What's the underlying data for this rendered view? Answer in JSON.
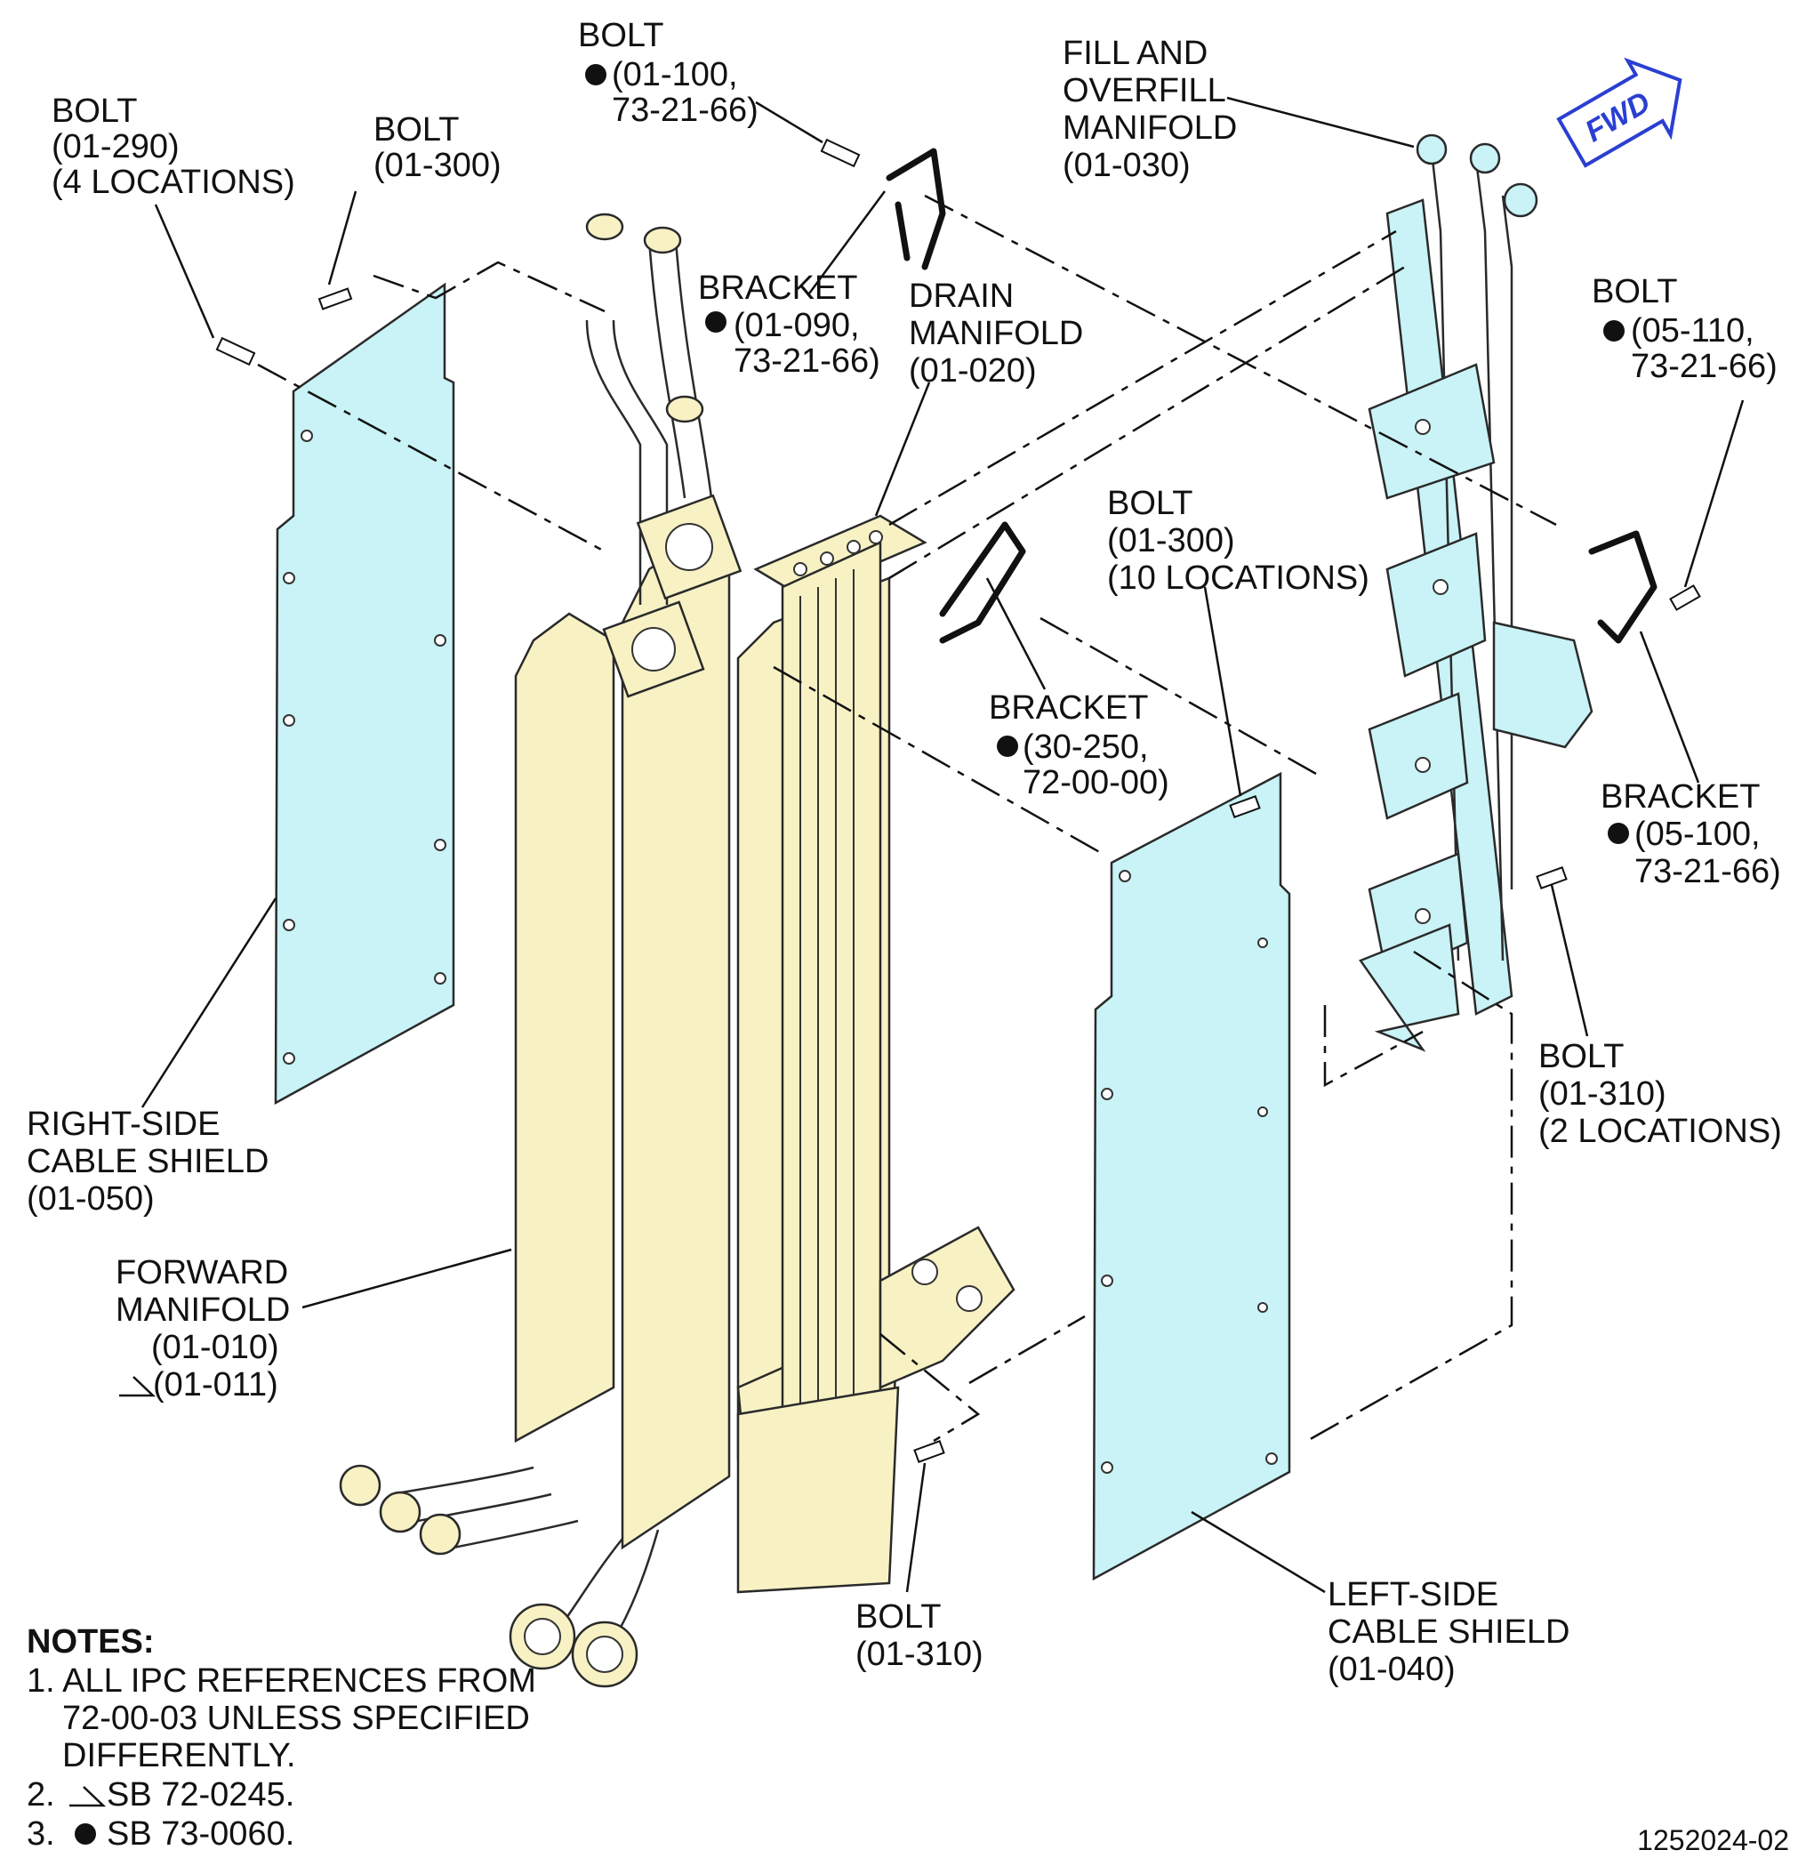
{
  "callouts": {
    "bolt_01_290": [
      "BOLT",
      "(01-290)",
      "(4 LOCATIONS)"
    ],
    "bolt_01_300_top": [
      "BOLT",
      "(01-300)"
    ],
    "bolt_01_100": [
      "BOLT",
      "(01-100,",
      "73-21-66)"
    ],
    "fill_overfill_manifold": [
      "FILL AND",
      "OVERFILL",
      "MANIFOLD",
      "(01-030)"
    ],
    "bracket_01_090": [
      "BRACKET",
      "(01-090,",
      "73-21-66)"
    ],
    "drain_manifold": [
      "DRAIN",
      "MANIFOLD",
      "(01-020)"
    ],
    "bolt_05_110": [
      "BOLT",
      "(05-110,",
      "73-21-66)"
    ],
    "bolt_01_300_10": [
      "BOLT",
      "(01-300)",
      "(10 LOCATIONS)"
    ],
    "bracket_30_250": [
      "BRACKET",
      "(30-250,",
      "72-00-00)"
    ],
    "bracket_05_100": [
      "BRACKET",
      "(05-100,",
      "73-21-66)"
    ],
    "right_side_cable_shield": [
      "RIGHT-SIDE",
      "CABLE SHIELD",
      "(01-050)"
    ],
    "bolt_01_310_2": [
      "BOLT",
      "(01-310)",
      "(2 LOCATIONS)"
    ],
    "forward_manifold": [
      "FORWARD",
      "MANIFOLD",
      "(01-010)",
      "(01-011)"
    ],
    "bolt_01_310_bottom": [
      "BOLT",
      "(01-310)"
    ],
    "left_side_cable_shield": [
      "LEFT-SIDE",
      "CABLE SHIELD",
      "(01-040)"
    ]
  },
  "notes": {
    "title": "NOTES:",
    "items": [
      [
        "1. ALL IPC REFERENCES FROM",
        "72-00-03 UNLESS SPECIFIED",
        "DIFFERENTLY."
      ],
      [
        "2.",
        "SB 72-0245."
      ],
      [
        "3.",
        "SB 73-0060."
      ]
    ]
  },
  "fwd_indicator": "FWD",
  "figure_id": "1252024-02",
  "colors": {
    "cable_shield": "#c9f3f6",
    "manifold": "#f7f1c4",
    "fwd_arrow": "#2a3fd1"
  }
}
